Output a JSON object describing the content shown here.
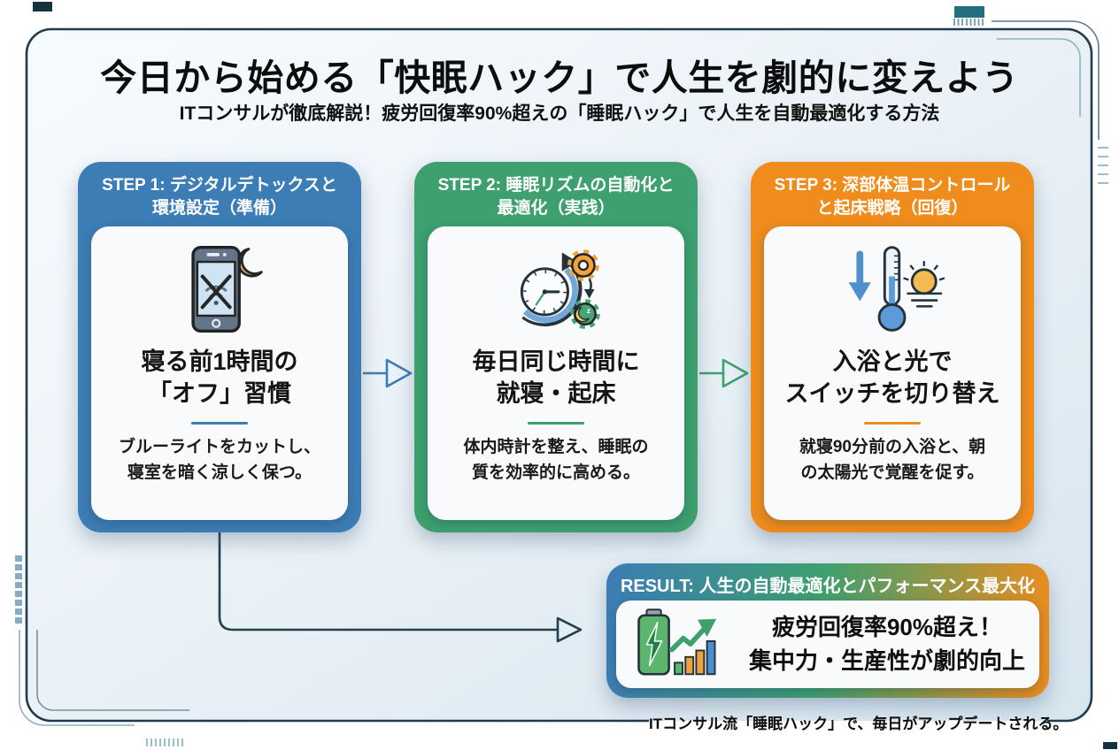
{
  "header": {
    "title": "今日から始める「快眠ハック」で人生を劇的に変えよう",
    "subtitle": "ITコンサルが徹底解説！疲労回復率90%超えの「睡眠ハック」で人生を自動最適化する方法"
  },
  "steps": [
    {
      "id": "step-1",
      "header": "STEP 1: デジタルデトックスと\n環境設定（準備）",
      "icon": "phone-wifi-off-moon-icon",
      "title": "寝る前1時間の\n「オフ」習慣",
      "description": "ブルーライトをカットし、\n寝室を暗く涼しく保つ。",
      "accent_color": "#3c7db6"
    },
    {
      "id": "step-2",
      "header": "STEP 2: 睡眠リズムの自動化と\n最適化（実践）",
      "icon": "clock-gears-automation-icon",
      "title": "毎日同じ時間に\n就寝・起床",
      "description": "体内時計を整え、睡眠の\n質を効率的に高める。",
      "accent_color": "#3da06e"
    },
    {
      "id": "step-3",
      "header": "STEP 3: 深部体温コントロール\nと起床戦略（回復）",
      "icon": "thermometer-sunrise-icon",
      "title": "入浴と光で\nスイッチを切り替え",
      "description": "就寝90分前の入浴と、朝\nの太陽光で覚醒を促す。",
      "accent_color": "#ef8c1c"
    }
  ],
  "result": {
    "header": "RESULT: 人生の自動最適化とパフォーマンス最大化",
    "icon": "battery-chart-growth-icon",
    "text": "疲労回復率90%超え！\n集中力・生産性が劇的向上",
    "gradient": [
      "#3c7db6",
      "#3da06e",
      "#ef8c1c"
    ]
  },
  "footer": {
    "caption": "ITコンサル流「睡眠ハック」で、毎日がアップデートされる。"
  },
  "colors": {
    "frame": "#1e3c4e",
    "connector": "#24404f",
    "background_top": "#f7fbfd",
    "background_bottom": "#d7e5ef",
    "card_inner": "#f8fafc"
  }
}
